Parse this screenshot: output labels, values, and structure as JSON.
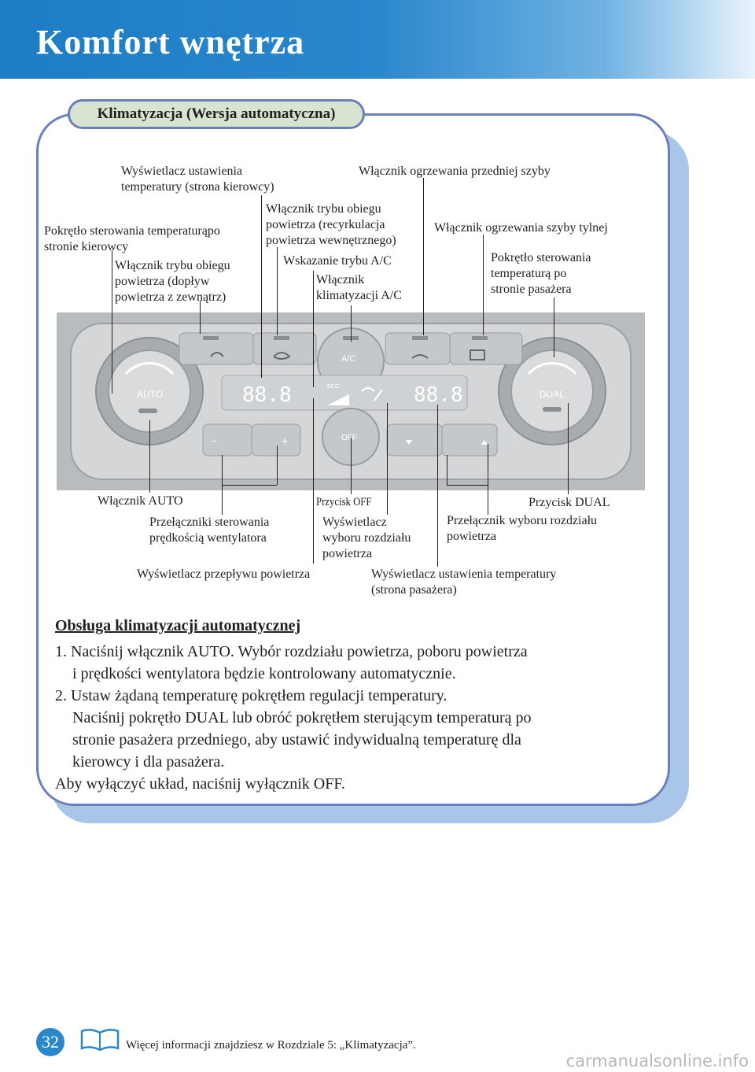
{
  "header": {
    "title": "Komfort wnętrza"
  },
  "section": {
    "title": "Klimatyzacja (Wersja automatyczna)"
  },
  "labels": {
    "driver_temp_display": "Wyświetlacz ustawienia\ntemperatury (strona kierowcy)",
    "front_defrost": "Włącznik ogrzewania przedniej szyby",
    "recirc_mode": "Włącznik trybu obiegu\npowietrza (recyrkulacja\npowietrza wewnętrznego)",
    "driver_temp_knob": "Pokrętło sterowania temperaturąpo\nstronie kierowcy",
    "rear_defrost": "Włącznik ogrzewania szyby tylnej",
    "fresh_air_mode": "Włącznik trybu obiegu\npowietrza (dopływ\npowietrza z zewnątrz)",
    "ac_indicator": "Wskazanie trybu A/C",
    "passenger_temp_knob": "Pokrętło sterowania\ntemperaturą po\nstronie pasażera",
    "ac_switch": "Włącznik\nklimatyzacji A/C",
    "auto_switch": "Włącznik AUTO",
    "off_button": "Przycisk OFF",
    "dual_button": "Przycisk DUAL",
    "fan_speed": "Przełączniki sterowania\nprędkością wentylatora",
    "mode_display": "Wyświetlacz\nwyboru rozdziału\npowietrza",
    "mode_selector": "Przełącznik wyboru rozdziału\npowietrza",
    "airflow_display": "Wyświetlacz przepływu powietrza",
    "passenger_temp_display": "Wyświetlacz ustawienia temperatury\n(strona pasażera)"
  },
  "console": {
    "auto": "AUTO",
    "dual": "DUAL",
    "ac": "A/C",
    "off": "OFF",
    "eco": "ECO",
    "temp_left": "88.8",
    "temp_right": "88.8",
    "fan_minus": "−",
    "fan_plus": "+"
  },
  "instructions": {
    "heading": "Obsługa klimatyzacji automatycznej",
    "lines": [
      "1. Naciśnij włącznik AUTO. Wybór rozdziału powietrza, poboru powietrza",
      "i prędkości wentylatora będzie kontrolowany automatycznie.",
      "2. Ustaw żądaną temperaturę pokrętłem regulacji temperatury.",
      "Naciśnij pokrętło DUAL lub obróć pokrętłem sterującym temperaturą po",
      "stronie pasażera przedniego, aby ustawić indywidualną temperaturę dla",
      "kierowcy i dla pasażera.",
      "Aby wyłączyć układ, naciśnij wyłącznik OFF."
    ]
  },
  "footer": {
    "page_number": "32",
    "note": "Więcej informacji znajdziesz w Rozdziale 5: „Klimatyzacja”.",
    "watermark": "carmanualsonline.info"
  }
}
